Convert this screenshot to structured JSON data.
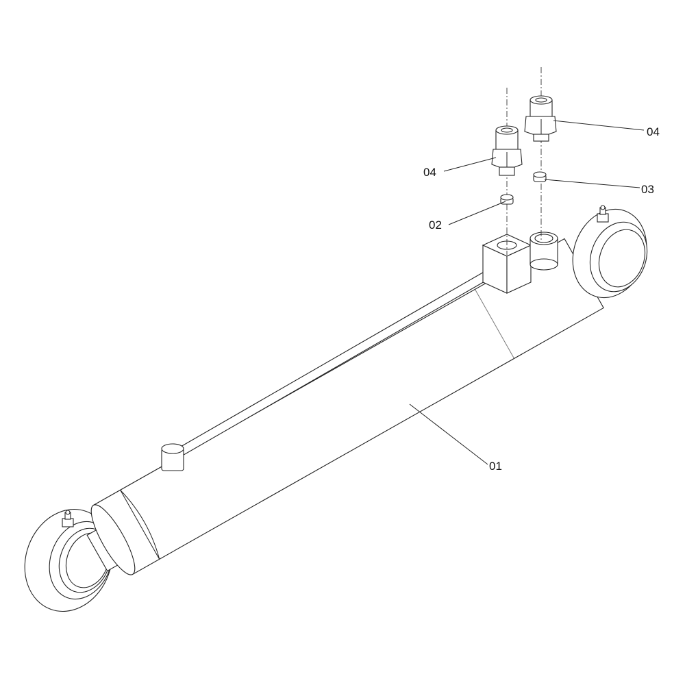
{
  "drawing": {
    "callouts": [
      {
        "id": "01",
        "label": "01"
      },
      {
        "id": "02",
        "label": "02"
      },
      {
        "id": "03",
        "label": "03"
      },
      {
        "id": "04a",
        "label": "04"
      },
      {
        "id": "04b",
        "label": "04"
      }
    ],
    "line_color": "#222222",
    "background": "#ffffff"
  }
}
